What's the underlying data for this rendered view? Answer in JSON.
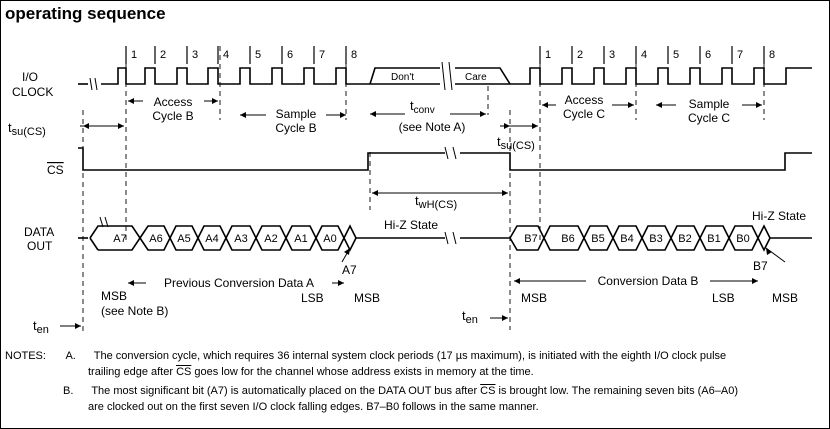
{
  "title": "operating sequence",
  "signals": {
    "io_clock": [
      "I/O",
      "CLOCK"
    ],
    "cs": "CS",
    "data_out": [
      "DATA",
      "OUT"
    ]
  },
  "clock_numbers": [
    "1",
    "2",
    "3",
    "4",
    "5",
    "6",
    "7",
    "8"
  ],
  "dont_care": [
    "Don't",
    "Care"
  ],
  "labels": {
    "access_b": [
      "Access",
      "Cycle B"
    ],
    "sample_b": [
      "Sample",
      "Cycle B"
    ],
    "access_c": [
      "Access",
      "Cycle C"
    ],
    "sample_c": [
      "Sample",
      "Cycle C"
    ],
    "tconv_main": "t",
    "tconv_sub": "conv",
    "see_note_a": "(see Note A)",
    "tsu_main": "t",
    "tsu_sub": "su(CS)",
    "twh_main": "t",
    "twh_sub": "wH(CS)",
    "ten_main": "t",
    "ten_sub": "en",
    "hiz": "Hi-Z State",
    "hiz2": "Hi-Z State",
    "a7_tail": "A7",
    "b7_tail": "B7",
    "prev_data": "Previous Conversion Data A",
    "conv_data_b": "Conversion Data B",
    "msb": "MSB",
    "lsb": "LSB",
    "see_note_b": "(see Note B)"
  },
  "data_bits_a": [
    "A7",
    "A6",
    "A5",
    "A4",
    "A3",
    "A2",
    "A1",
    "A0"
  ],
  "data_bits_b": [
    "B7",
    "B6",
    "B5",
    "B4",
    "B3",
    "B2",
    "B1",
    "B0"
  ],
  "notes": {
    "heading": "NOTES:",
    "a_letter": "A.",
    "a_line1_pre": "The conversion cycle, which requires 36 internal system clock periods (17 µs maximum), is initiated with the eighth I/O clock pulse",
    "a_line2_pre": "trailing edge after ",
    "a_line2_cs": "CS",
    "a_line2_post": " goes low for the channel whose address exists in memory at the time.",
    "b_letter": "B.",
    "b_line1_pre": "The most significant bit (A7) is automatically placed on the DATA OUT bus after ",
    "b_line1_cs": "CS",
    "b_line1_post": " is brought low. The remaining seven bits (A6–A0)",
    "b_line2": "are clocked out on the first seven I/O clock falling edges. B7–B0 follows in the same manner."
  }
}
